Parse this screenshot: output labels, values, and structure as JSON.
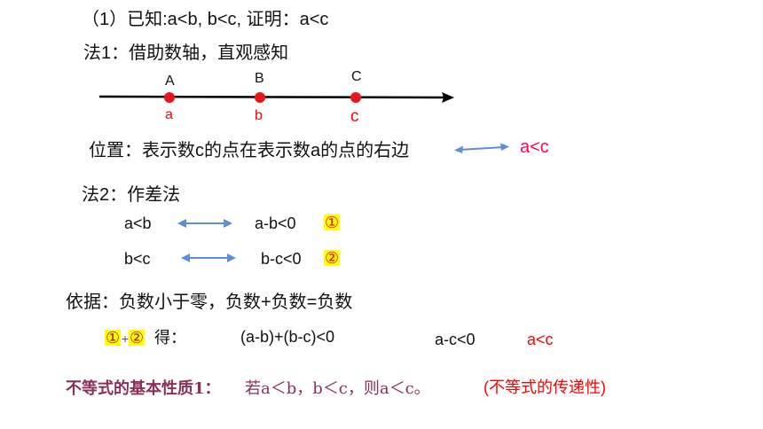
{
  "title": "（1）已知:a<b, b<c, 证明：a<c",
  "method1": {
    "heading": "法1：借助数轴，直观感知",
    "points": [
      {
        "upper": "A",
        "lower": "a"
      },
      {
        "upper": "B",
        "lower": "b"
      },
      {
        "upper": "C",
        "lower": "c"
      }
    ],
    "position_text": "位置：表示数c的点在表示数a的点的右边",
    "conclusion": "a<c"
  },
  "method2": {
    "heading": "法2：作差法",
    "rows": [
      {
        "left": "a<b",
        "right": "a-b<0",
        "marker": "①"
      },
      {
        "left": "b<c",
        "right": "b-c<0",
        "marker": "②"
      }
    ]
  },
  "basis": "依据：负数小于零，负数+负数=负数",
  "derive": {
    "marker1": "①",
    "plus": "+",
    "marker2": "②",
    "label": "得：",
    "expr": "(a-b)+(b-c)<0",
    "result1": "a-c<0",
    "result2": "a<c"
  },
  "property": {
    "label": "不等式的基本性质1：",
    "body": "若a＜b，b＜c，则a＜c。",
    "note": "(不等式的传递性)"
  },
  "colors": {
    "arrow_blue": "#5b8fd8",
    "point_red": "#e8151b",
    "highlight": "#ffff00",
    "property_text": "#8b2f5a"
  }
}
